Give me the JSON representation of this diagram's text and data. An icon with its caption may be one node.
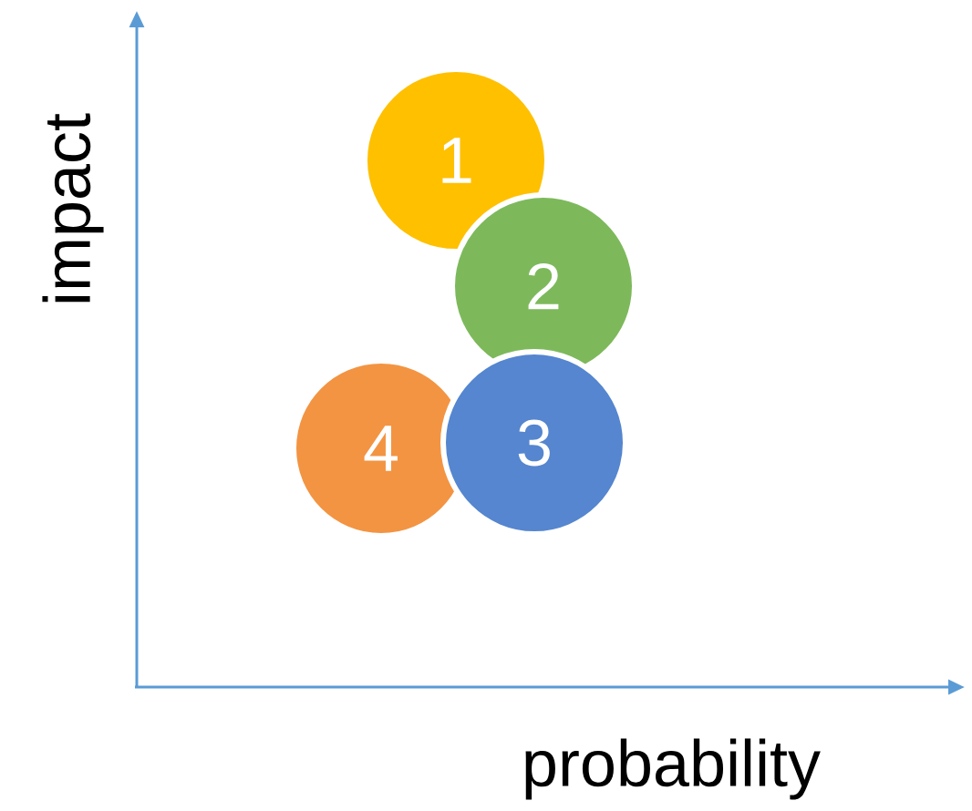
{
  "diagram": {
    "nodes": [
      {
        "text": [
          "1"
        ]
      },
      {
        "text": [
          "2"
        ]
      },
      {
        "text": [
          "3"
        ]
      },
      {
        "text": [
          "4"
        ]
      }
    ],
    "labels": [
      "impact",
      "probability"
    ]
  }
}
